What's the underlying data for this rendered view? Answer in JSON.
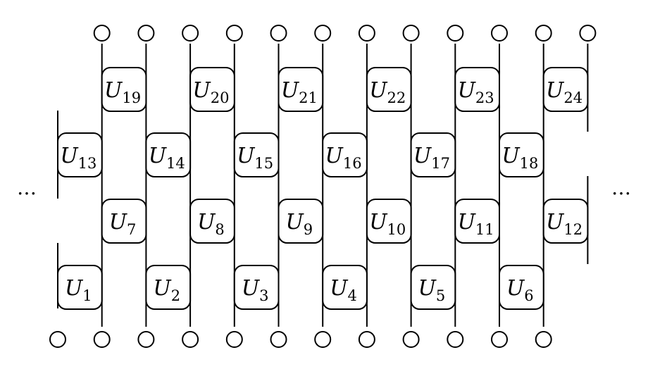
{
  "ellipsis": {
    "left": "…",
    "right": "…"
  },
  "gates": [
    {
      "name": "U",
      "index": "1",
      "layer": 1,
      "column": 0
    },
    {
      "name": "U",
      "index": "2",
      "layer": 1,
      "column": 2
    },
    {
      "name": "U",
      "index": "3",
      "layer": 1,
      "column": 4
    },
    {
      "name": "U",
      "index": "4",
      "layer": 1,
      "column": 6
    },
    {
      "name": "U",
      "index": "5",
      "layer": 1,
      "column": 8
    },
    {
      "name": "U",
      "index": "6",
      "layer": 1,
      "column": 10
    },
    {
      "name": "U",
      "index": "7",
      "layer": 2,
      "column": 1
    },
    {
      "name": "U",
      "index": "8",
      "layer": 2,
      "column": 3
    },
    {
      "name": "U",
      "index": "9",
      "layer": 2,
      "column": 5
    },
    {
      "name": "U",
      "index": "10",
      "layer": 2,
      "column": 7
    },
    {
      "name": "U",
      "index": "11",
      "layer": 2,
      "column": 9
    },
    {
      "name": "U",
      "index": "12",
      "layer": 2,
      "column": 11
    },
    {
      "name": "U",
      "index": "13",
      "layer": 3,
      "column": 0
    },
    {
      "name": "U",
      "index": "14",
      "layer": 3,
      "column": 2
    },
    {
      "name": "U",
      "index": "15",
      "layer": 3,
      "column": 4
    },
    {
      "name": "U",
      "index": "16",
      "layer": 3,
      "column": 6
    },
    {
      "name": "U",
      "index": "17",
      "layer": 3,
      "column": 8
    },
    {
      "name": "U",
      "index": "18",
      "layer": 3,
      "column": 10
    },
    {
      "name": "U",
      "index": "19",
      "layer": 4,
      "column": 1
    },
    {
      "name": "U",
      "index": "20",
      "layer": 4,
      "column": 3
    },
    {
      "name": "U",
      "index": "21",
      "layer": 4,
      "column": 5
    },
    {
      "name": "U",
      "index": "22",
      "layer": 4,
      "column": 7
    },
    {
      "name": "U",
      "index": "23",
      "layer": 4,
      "column": 9
    },
    {
      "name": "U",
      "index": "24",
      "layer": 4,
      "column": 11
    }
  ]
}
